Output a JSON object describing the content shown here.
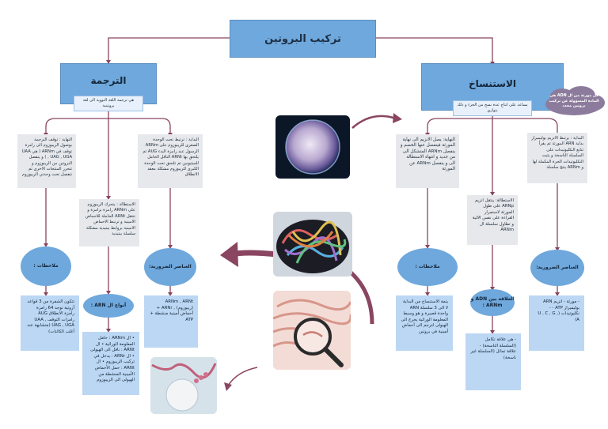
{
  "main_title": "تركيب البروتين",
  "translation": {
    "title": "الترجمة",
    "subtitle": "هي ترجمة اللغة النووية الى لغة بروتينية",
    "end_note": "النهاية : توقف الترجمة بوصول الريبوزوم الى رامزة توقف في ARNm ( هي UAA , UAG , UGA ) و ينفصل البروتين من الريبوزوم و تتحرر المنتجات الاخرى ثم تنفصل تحت وحدتي الريبوزوم",
    "start_note": "البداية : ترتبط تحت الوحدة الصغرى للريبوزوم على ARNm الرسول عند رامزة البدء AUG ثم يلتحق بها ARNt الناقل الحامل للميثيونين ثم تلتحق تحت الوحدة الكبرى للريبوزوم مشكلة معقد الانطلاق",
    "elongation_note": "الاستطالة : يتحرك الريبوزوم على ARNm رامزة برامزة و تنتقل ARNt الحاملة للاحماض الامينية و ترتبط الاحماض الامينية بروابط ببتيدية مشكلة سلسلة ببتيدية",
    "notes_oval": "ملاحظات :",
    "arn_types_oval": "أنواع ال ARN :",
    "elements_oval": "العناصر الضرورية:",
    "notes_box": "تتكون الشفرة من 3 قواعد آزوتية توجد 64 رامزة رامزة الانطلاق AUG رامزات التوقف UAA , UAG , UGA (متشابهة عند أغلب الكائنات)",
    "arn_types_box": "• ال ARNm : حامل المعلومة الوراثية • ال ARNt : ناقل الى الهيولى • ال ARNr : يدخل في تركيب الريبوزوم • ال ARNt : حمل الأحماض الأمينية المنشطة من الهيولى الى الريبوزوم",
    "elements_box": "ARNm , ARNt (ريبوزوم) , ARNr + أحماض أمينية منشطة + ATP"
  },
  "transcription": {
    "title": "الاستنساخ",
    "subtitle": "يساعد على انتاج عدة نسخ من الجزء و ذلك بتوازي",
    "cloud": "كل مورثة من ال ADN هي المادة المسؤولة عن تركيب بروتين محدد",
    "end_note": "النهاية: يصل الانزيم الى نهاية المورثة فينفصل عنها الخصم و ينفصل ARNm المتشكل الى من جديد و انتهاء الاستطالة الى و ينفصل ARNm عن المورثة",
    "start_note": "البداية : يرتبط الانزيم بوليميراز بداية ARN المورثة ثم يقرأ تتابع النكليوتيدات على السلسلة الناسخة و يثبت النكليوتيدات الحرة المكملة لها و ARNm ينتج سلسلة",
    "elongation_note": "الاستطالة: ينتقل انزيم ARNp على طول المورثة لاستمرار القراءة على نفس الالية و تطاول سلسلة ال ARNm",
    "notes_oval": "ملاحظات :",
    "relation_oval": "العلاقة بين ADN و ARNm :",
    "elements_oval": "العناصر الضرورية:",
    "notes_box": "يتمة الاستنساخ من البداية لا الى 3 سلسلة ARN واحدة قصيرة و هو وسيط المعلومة الوراثية يخرج الى الهيولى لترجم الى أحماض أمينية في بروتين",
    "relation_box": "- هي علاقة تكامل (السلسلة الناسخة) - علاقة تماثل (السلسلة غير ناسخة)",
    "elements_box": "- مورثة - انزيم ARN بوليميراز ATP - - نكليوتيدات (U , C , G , A)"
  }
}
